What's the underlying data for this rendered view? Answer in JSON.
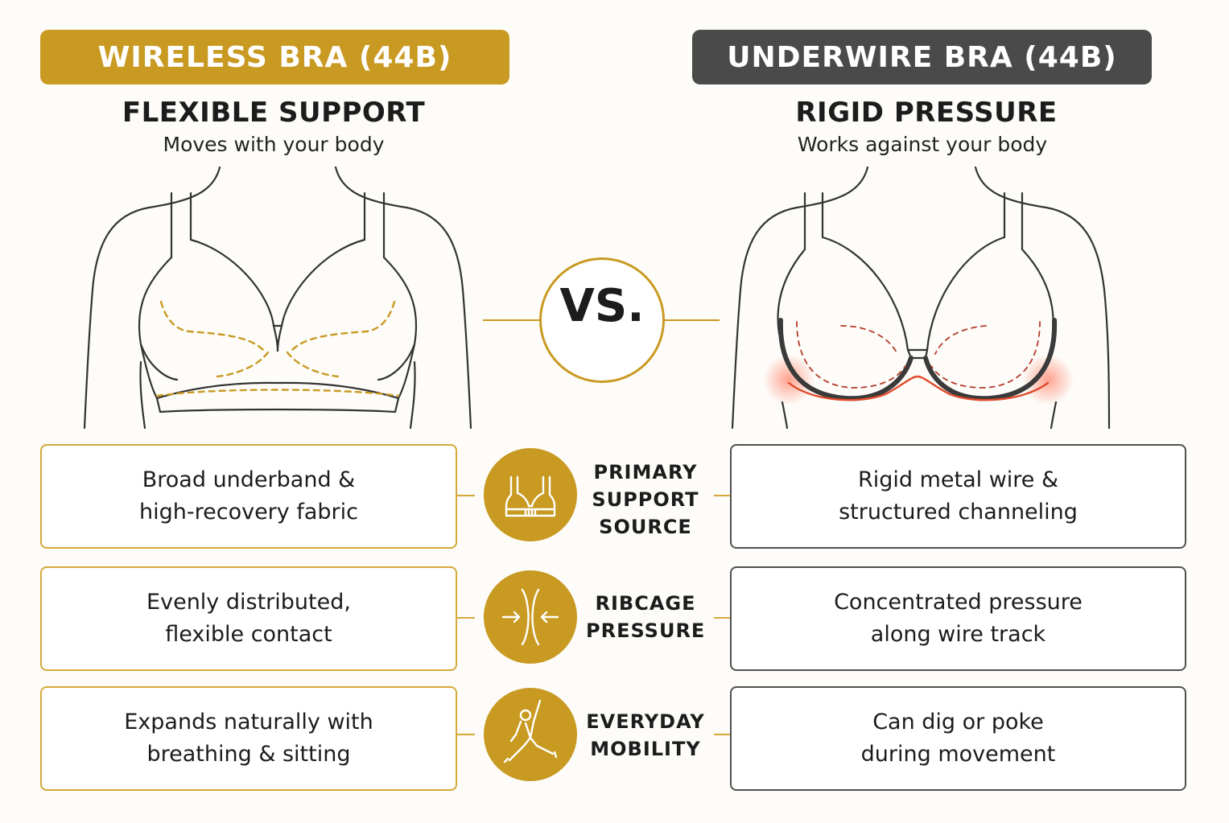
{
  "left": {
    "header": "WIRELESS BRA (44B)",
    "subtitle": "FLEXIBLE SUPPORT",
    "tagline": "Moves with your body",
    "accent": "#c99a22"
  },
  "right": {
    "header": "UNDERWIRE BRA (44B)",
    "subtitle": "RIGID PRESSURE",
    "tagline": "Works against your body",
    "accent": "#4a4a4a",
    "pressure_color": "#e04a2a"
  },
  "vs": "VS.",
  "rows": [
    {
      "category": [
        "PRIMARY",
        "SUPPORT",
        "SOURCE"
      ],
      "icon": "bra-icon",
      "left": [
        "Broad underband &",
        "high-recovery fabric"
      ],
      "right": [
        "Rigid metal wire &",
        "structured channeling"
      ]
    },
    {
      "category": [
        "RIBCAGE",
        "PRESSURE"
      ],
      "icon": "compress-arrows-icon",
      "left": [
        "Evenly distributed,",
        "flexible contact"
      ],
      "right": [
        "Concentrated pressure",
        "along wire track"
      ]
    },
    {
      "category": [
        "EVERYDAY",
        "MOBILITY"
      ],
      "icon": "stretching-person-icon",
      "left": [
        "Expands naturally with",
        "breathing & sitting"
      ],
      "right": [
        "Can dig or poke",
        "during movement"
      ]
    }
  ]
}
